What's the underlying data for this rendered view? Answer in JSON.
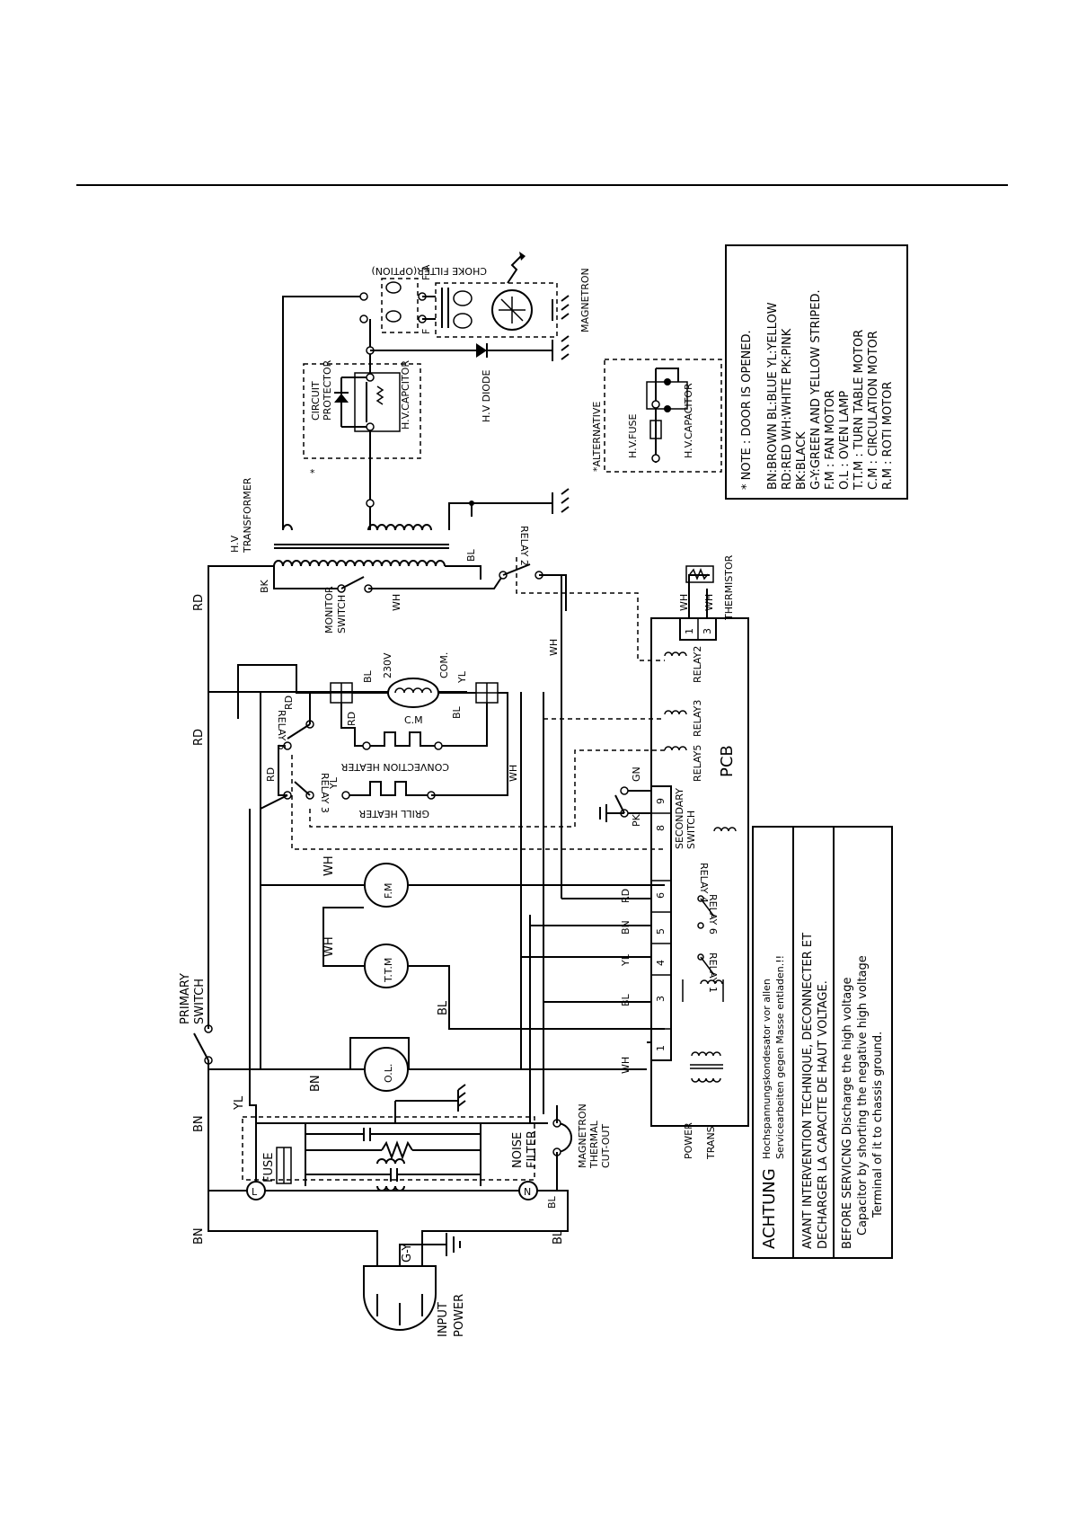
{
  "labels": {
    "input_power_1": "INPUT",
    "input_power_2": "POWER",
    "g_y": "G-Y",
    "bn_left": "BN",
    "bl_bottom": "BL",
    "fuse": "FUSE",
    "noise_filter_1": "NOISE",
    "noise_filter_2": "FILTER",
    "L": "L",
    "N": "N",
    "mtc_1": "MAGNETRON",
    "mtc_2": "THERMAL",
    "mtc_3": "CUT-OUT",
    "primary_switch_1": "PRIMARY",
    "primary_switch_2": "SWITCH",
    "ol": "O.L.",
    "ttm": "T.T.M",
    "fm": "F.M",
    "yl": "YL",
    "bn": "BN",
    "wh": "WH",
    "bl": "BL",
    "rd": "RD",
    "bk": "BK",
    "gn": "GN",
    "pk": "PK",
    "power_trans_1": "POWER",
    "power_trans_2": "TRANS",
    "pcb": "PCB",
    "relay1": "RELAY 1",
    "relay2_vertical": "RELAY2",
    "relay3_vertical": "RELAY3",
    "relay5_vertical": "RELAY5",
    "relay4": "RELAY 4",
    "relay6": "RELAY 6",
    "relay2_top": "RELAY 2",
    "relay3_mid": "RELAY 3",
    "relay5_mid": "RELAY 5",
    "secondary_switch_1": "SECONDARY",
    "secondary_switch_2": "SWITCH",
    "grill_heater": "GRILL HEATER",
    "convection_heater": "CONVECTION HEATER",
    "cm": "C.M",
    "v230": "230V",
    "com": "COM.",
    "monitor_switch_1": "MONITOR",
    "monitor_switch_2": "SWITCH",
    "hv_transformer_1": "H.V",
    "hv_transformer_2": "TRANSFORMER",
    "thermistor": "THERMISTOR",
    "circuit_protector_1": "CIRCUIT",
    "circuit_protector_2": "PROTECTOR",
    "hv_capcitor": "H.V.CAPCITOR",
    "hv_diode": "H.V DIODE",
    "choke_filter": "CHOKE FILTER(OPTION)",
    "magnetron": "MAGNETRON",
    "fa": "F A",
    "f": "F",
    "alternative": "*ALTERNATIVE",
    "hv_fuse": "H.V.FUSE",
    "hv_capacitor": "H.V.CAPACITOR",
    "star": "*"
  },
  "pcb_pins": [
    "1",
    "3",
    "4",
    "5",
    "6",
    "8",
    "9"
  ],
  "pcb_right_pins": [
    "1",
    "3"
  ],
  "notes": [
    "* NOTE : DOOR IS OPENED.",
    "BN:BROWN  BL:BLUE  YL:YELLOW",
    "RD:RED  WH:WHITE  PK:PINK",
    "BK:BLACK",
    "G-Y:GREEN AND YELLOW STRIPED.",
    "F.M  :  FAN MOTOR",
    "O.L  :  OVEN LAMP",
    "T.T.M  :  TURN TABLE MOTOR",
    "C.M  :  CIRCULATION MOTOR",
    "R.M  :  ROTI MOTOR"
  ],
  "warnings": {
    "de_head": "ACHTUNG",
    "de_1": "Hochspannungskondesator vor allen",
    "de_2": "Servicearbeiten gegen Masse entladen.!!",
    "fr_1": "AVANT INTERVENTION TECHNIQUE, DECONNECTER ET",
    "fr_2": "DECHARGER LA CAPACITE DE HAUT VOLTAGE.",
    "en_1": "BEFORE SERVICNG Discharge the high voltage",
    "en_2": "Capacitor by shorting the negative high voltage",
    "en_3": "Terminal of it to chassis ground."
  }
}
